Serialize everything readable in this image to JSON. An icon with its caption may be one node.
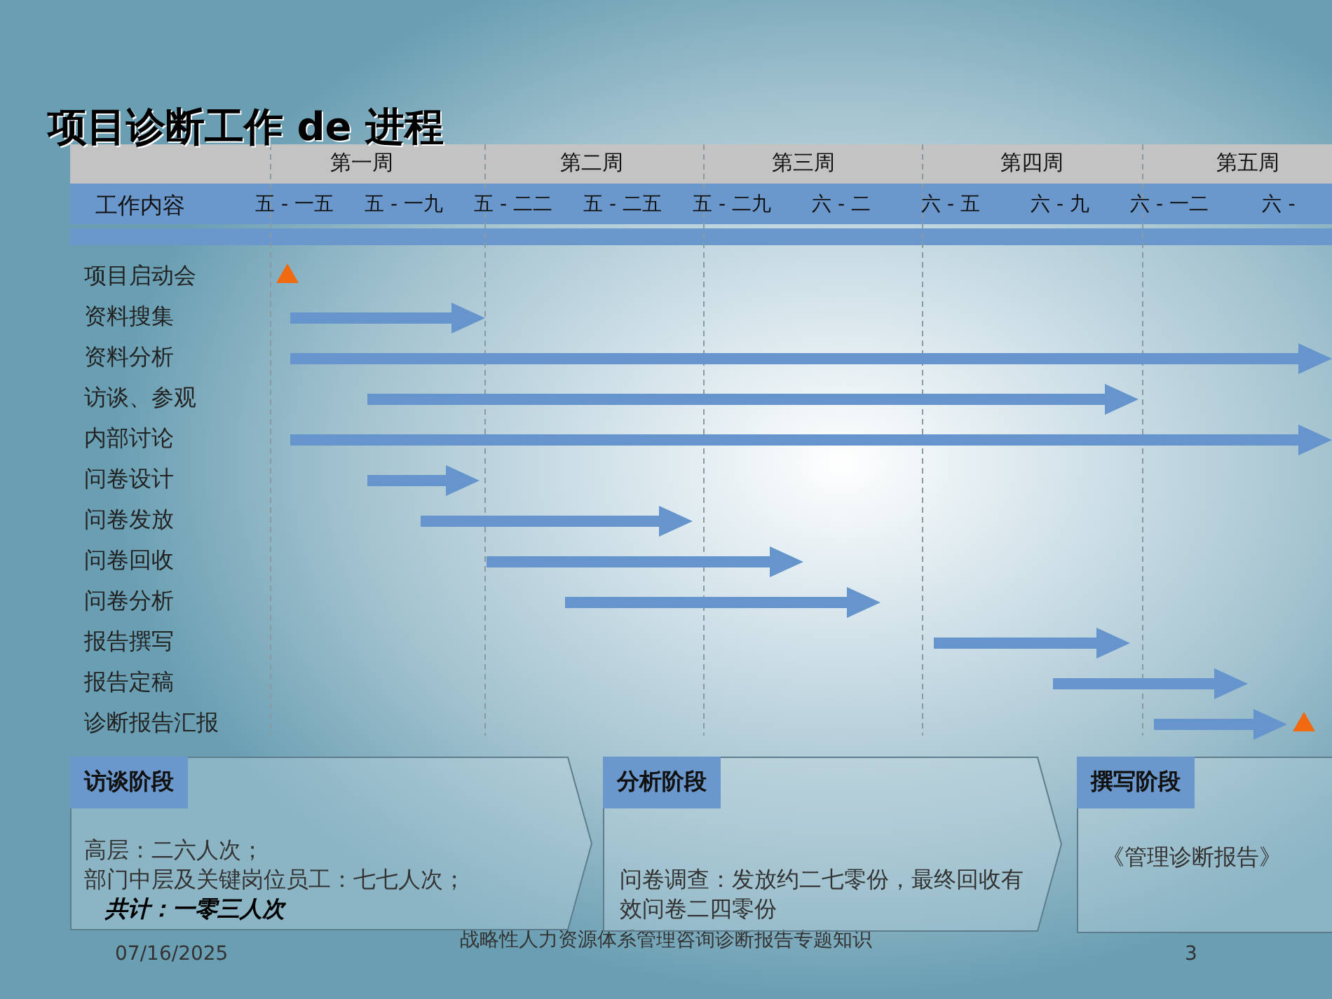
{
  "diagram": {
    "title": "项目诊断工作 de 进程",
    "nodes": [
      {
        "text": [
          "访谈阶段",
          "高层：二六人次；",
          "部门中层及关键岗位员工：七七人次；",
          "共计：一零三人次"
        ]
      },
      {
        "text": [
          "分析阶段",
          "问卷调查：发放约二七零份，最终回收有效问卷二四零份"
        ]
      },
      {
        "text": [
          "撰写阶段",
          "《管理诊断报告》"
        ]
      }
    ],
    "labels": [
      "第一周",
      "第二周",
      "第三周",
      "第四周",
      "第五周",
      "工作内容",
      "五 - 一五",
      "五 - 一九",
      "五 - 二二",
      "五 - 二五",
      "五 - 二九",
      "六 - 二",
      "六 - 五",
      "六 - 九",
      "六 - 一二",
      "六 -",
      "项目启动会",
      "资料搜集",
      "资料分析",
      "访谈、参观",
      "内部讨论",
      "问卷设计",
      "问卷发放",
      "问卷回收",
      "问卷分析",
      "报告撰写",
      "报告定稿",
      "诊断报告汇报",
      "07/16/2025",
      "战略性人力资源体系管理咨询诊断报告专题知识",
      "3"
    ]
  }
}
